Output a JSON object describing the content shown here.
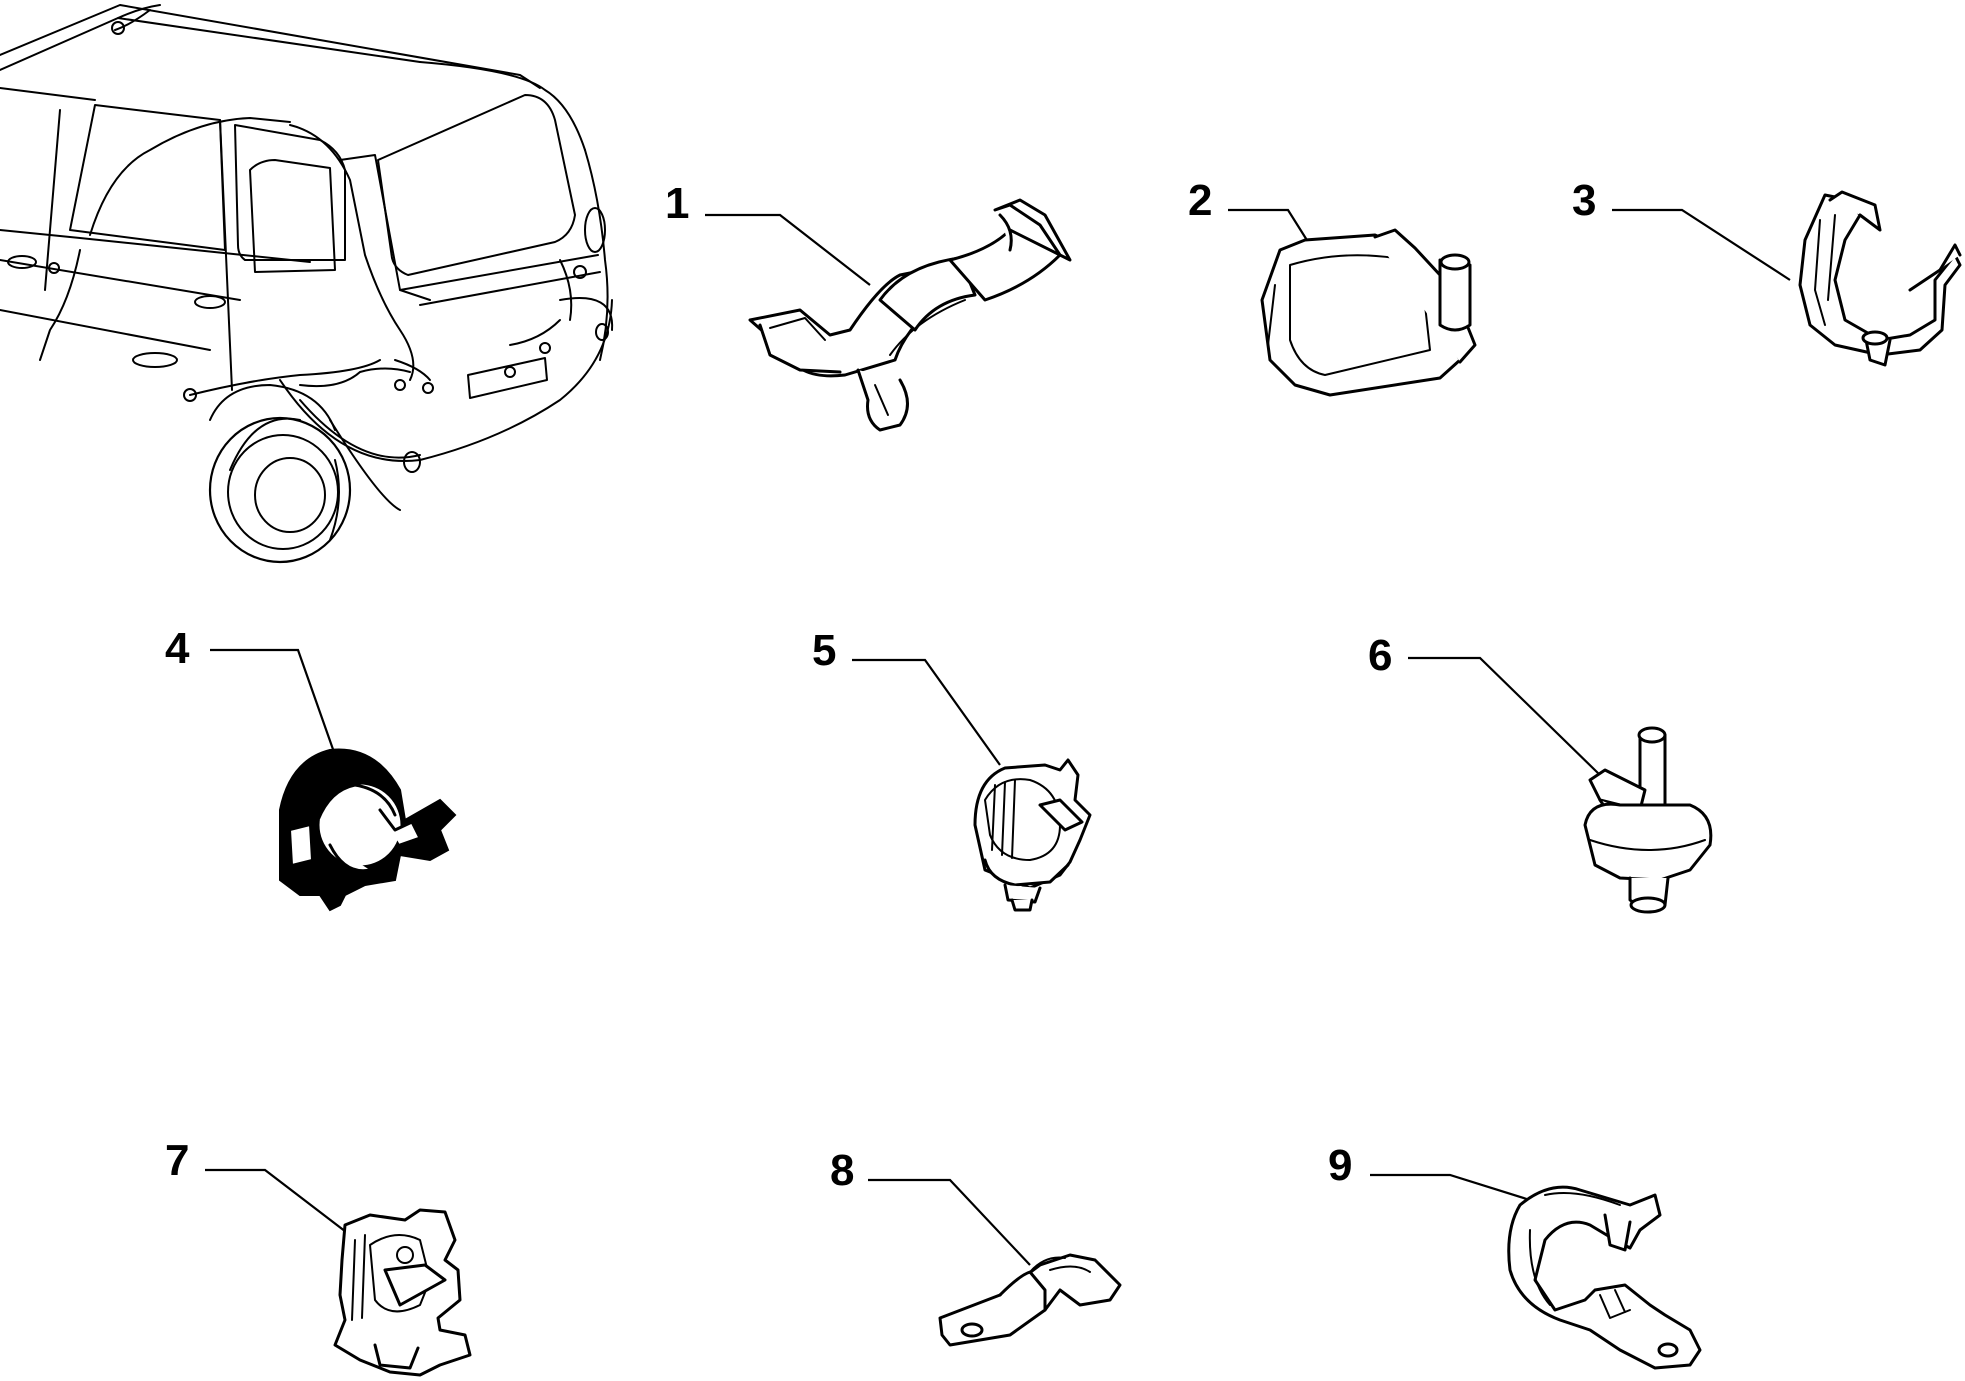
{
  "callouts": [
    {
      "id": "1",
      "label": "1"
    },
    {
      "id": "2",
      "label": "2"
    },
    {
      "id": "3",
      "label": "3"
    },
    {
      "id": "4",
      "label": "4"
    },
    {
      "id": "5",
      "label": "5"
    },
    {
      "id": "6",
      "label": "6"
    },
    {
      "id": "7",
      "label": "7"
    },
    {
      "id": "8",
      "label": "8"
    },
    {
      "id": "9",
      "label": "9"
    }
  ],
  "components": [
    {
      "callout": "1",
      "icon": "cable-holder-double-saddle-icon"
    },
    {
      "callout": "2",
      "icon": "cable-guide-cover-icon"
    },
    {
      "callout": "3",
      "icon": "cable-bracket-clip-icon"
    },
    {
      "callout": "4",
      "icon": "round-cable-clip-icon"
    },
    {
      "callout": "5",
      "icon": "round-cable-clip-small-icon"
    },
    {
      "callout": "6",
      "icon": "stud-retainer-icon"
    },
    {
      "callout": "7",
      "icon": "push-in-cable-clip-icon"
    },
    {
      "callout": "8",
      "icon": "flat-strap-clip-icon"
    },
    {
      "callout": "9",
      "icon": "p-clamp-icon"
    }
  ],
  "overview": {
    "icon": "car-rear-wiring-overview-icon"
  }
}
